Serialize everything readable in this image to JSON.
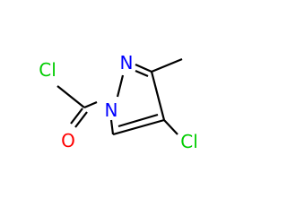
{
  "molecule": {
    "atoms": {
      "cl_acyl": {
        "label": "Cl",
        "color": "#00cc00"
      },
      "o_carbonyl": {
        "label": "O",
        "color": "#ff0000"
      },
      "n1": {
        "label": "N",
        "color": "#0000ff"
      },
      "n2": {
        "label": "N",
        "color": "#0000ff"
      },
      "cl_ring": {
        "label": "Cl",
        "color": "#00cc00"
      }
    },
    "bond_color": "#000000",
    "background": "#ffffff"
  }
}
